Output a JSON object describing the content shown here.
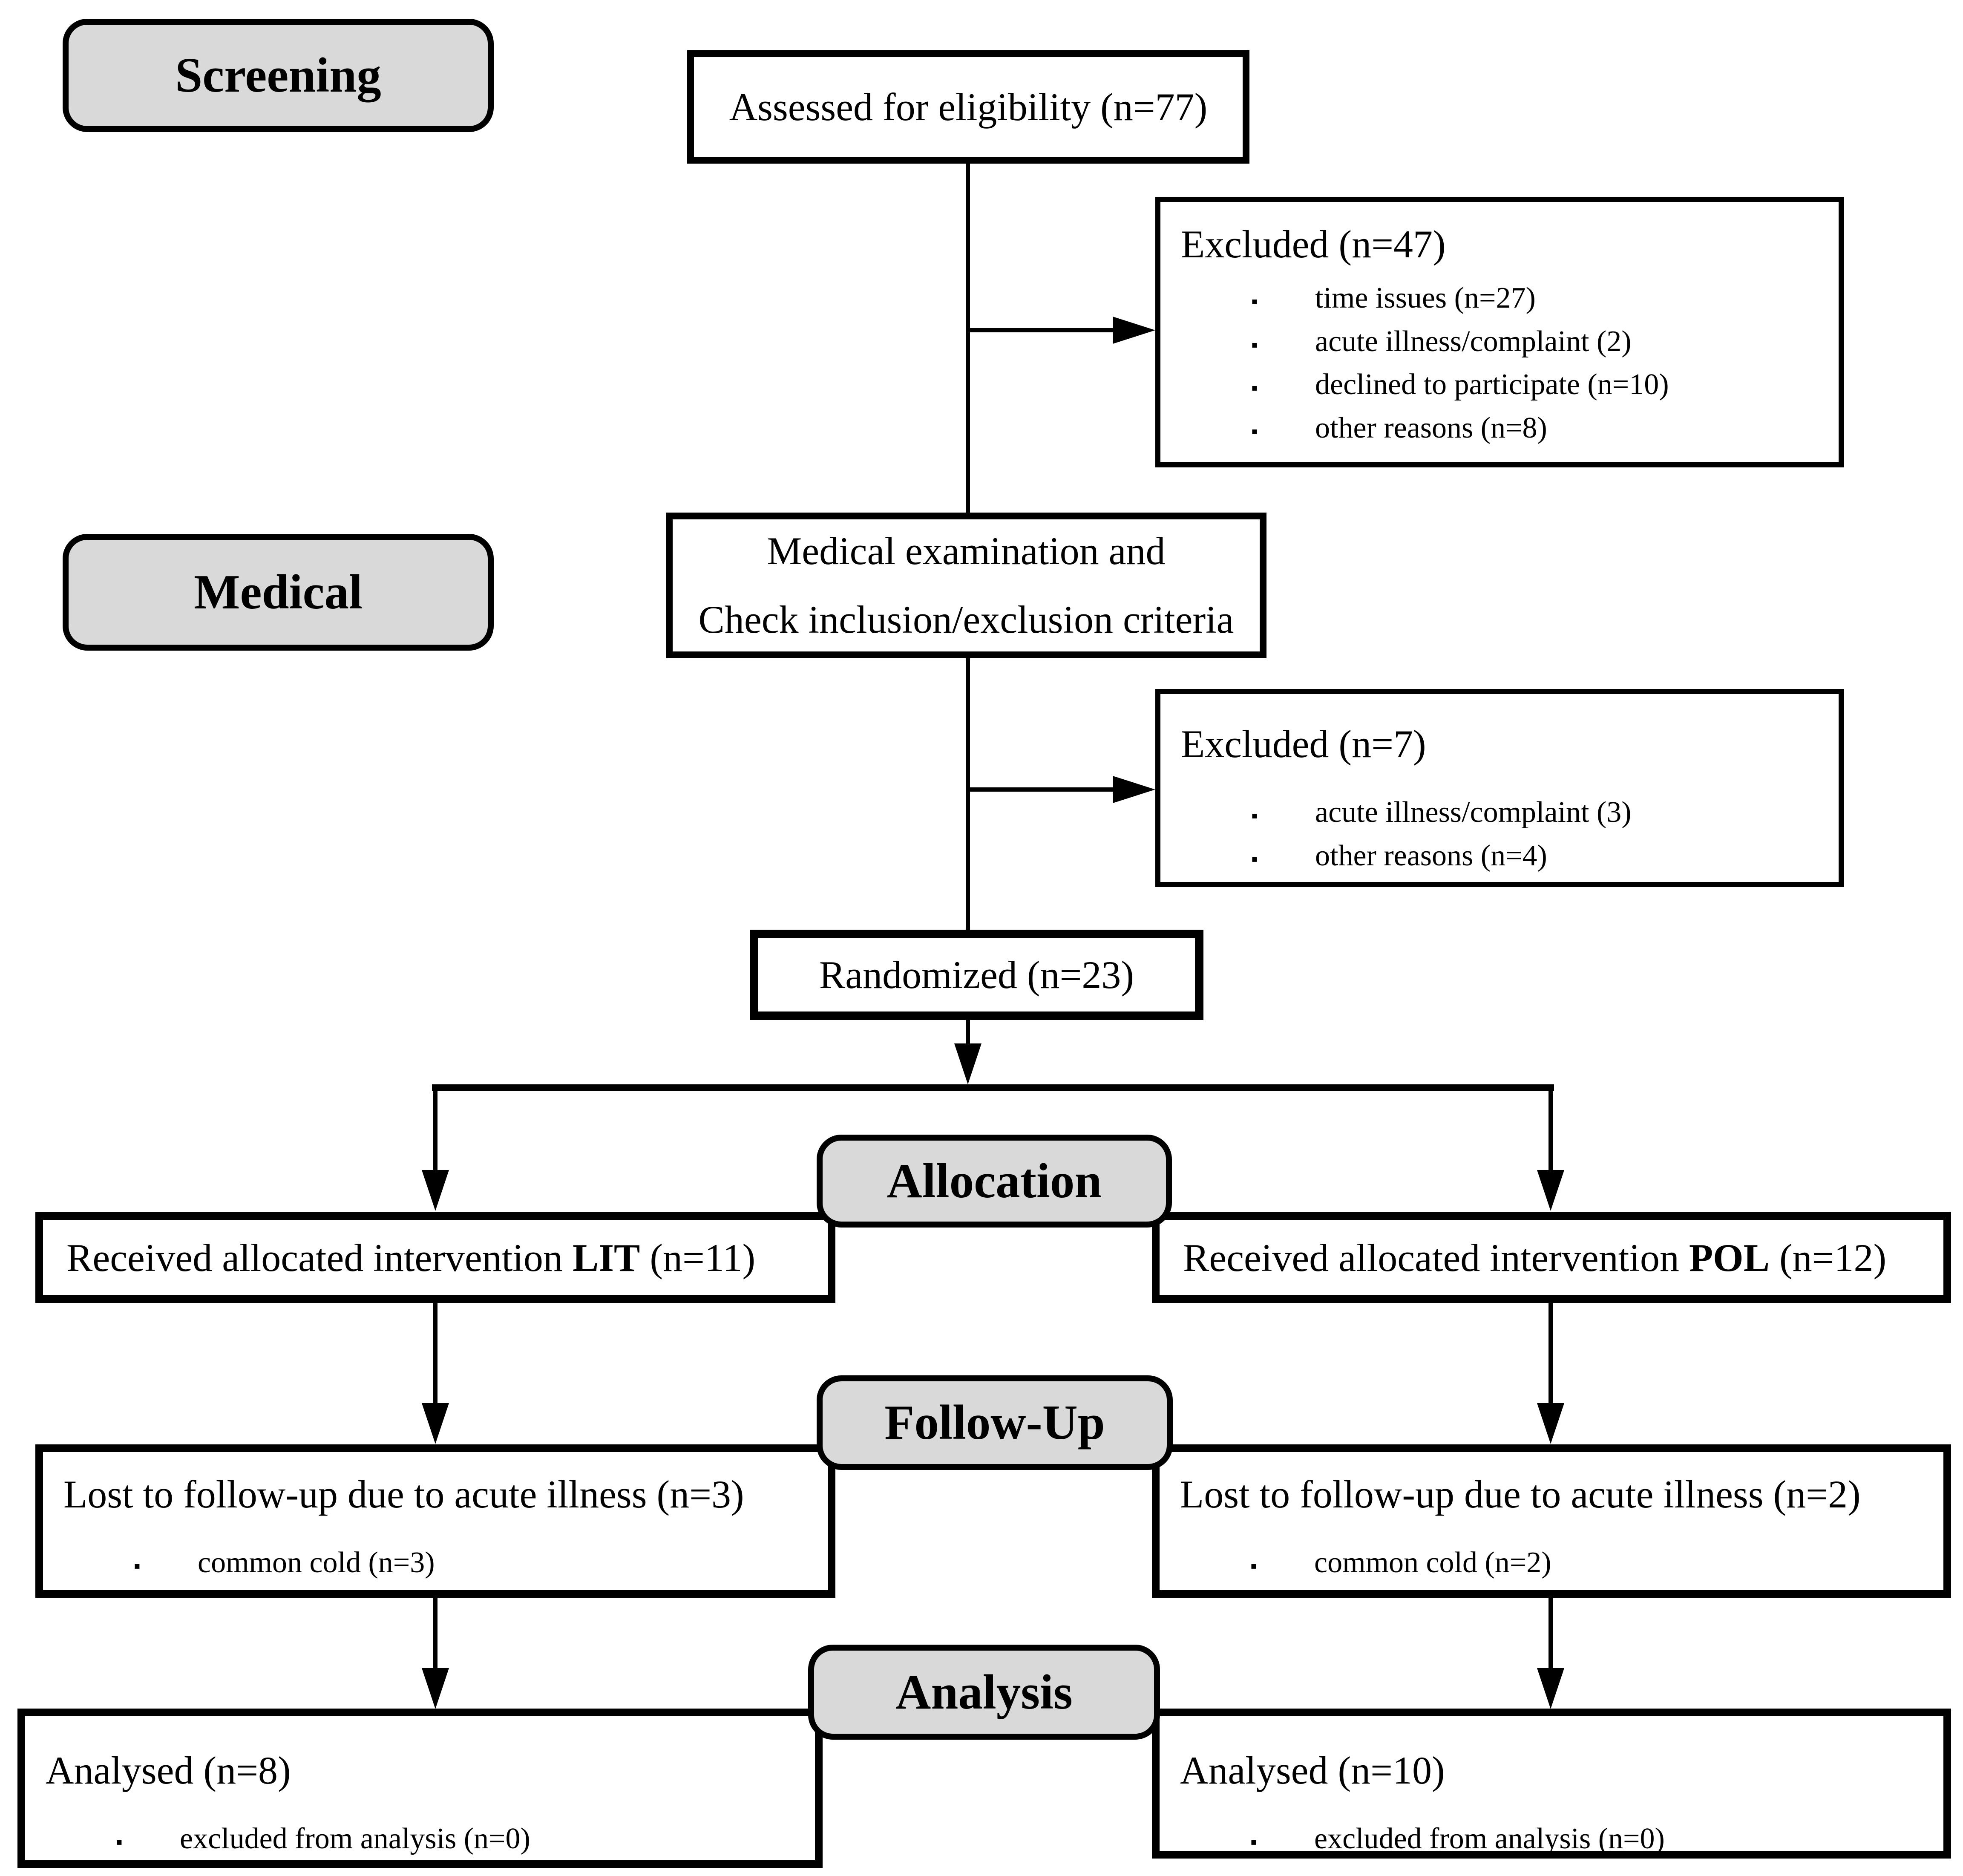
{
  "title": "CONSORT participant flow diagram",
  "bullet_char": "▪",
  "colors": {
    "stage_fill": "#d9d9d9",
    "box_fill": "#ffffff",
    "line": "#000000",
    "text": "#000000"
  },
  "stages": {
    "screening": "Screening",
    "medical": "Medical",
    "allocation": "Allocation",
    "followup": "Follow-Up",
    "analysis": "Analysis"
  },
  "boxes": {
    "assessed": {
      "text": "Assessed for eligibility (n=77)"
    },
    "excluded_screening": {
      "title": "Excluded (n=47)",
      "bullets": [
        "time issues (n=27)",
        "acute illness/complaint (2)",
        "declined to participate (n=10)",
        "other reasons (n=8)"
      ]
    },
    "medical_exam": {
      "line1": "Medical examination and",
      "line2": "Check inclusion/exclusion criteria"
    },
    "excluded_medical": {
      "title": "Excluded (n=7)",
      "bullets": [
        "acute illness/complaint (3)",
        "other reasons (n=4)"
      ]
    },
    "randomized": {
      "text": "Randomized (n=23)"
    },
    "intervention_lit": {
      "prefix": "Received allocated intervention ",
      "group": "LIT",
      "suffix": " (n=11)"
    },
    "intervention_pol": {
      "prefix": "Received allocated intervention ",
      "group": "POL",
      "suffix": " (n=12)"
    },
    "followup_lit": {
      "title": "Lost to follow-up due to acute illness (n=3)",
      "bullets": [
        "common cold (n=3)"
      ]
    },
    "followup_pol": {
      "title": "Lost to follow-up due to acute illness (n=2)",
      "bullets": [
        "common cold (n=2)"
      ]
    },
    "analysis_lit": {
      "title": "Analysed (n=8)",
      "bullets": [
        "excluded from analysis (n=0)"
      ]
    },
    "analysis_pol": {
      "title": "Analysed (n=10)",
      "bullets": [
        "excluded from analysis (n=0)"
      ]
    }
  }
}
